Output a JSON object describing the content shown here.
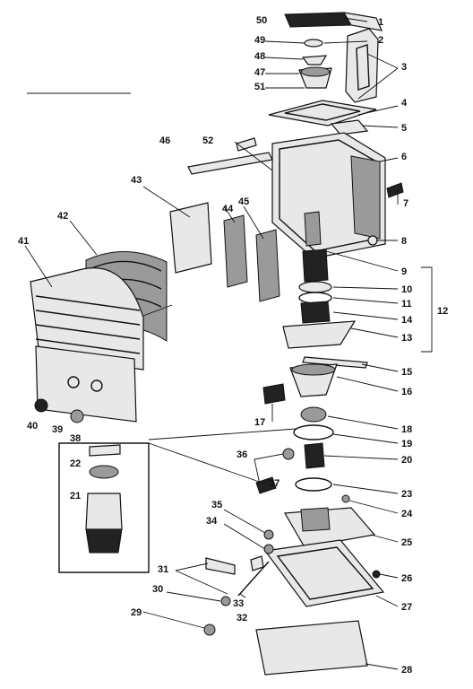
{
  "diagram": {
    "labels": [
      "50",
      "1",
      "49",
      "2",
      "48",
      "3",
      "47",
      "51",
      "4",
      "5",
      "46",
      "52",
      "6",
      "43",
      "7",
      "44",
      "45",
      "42",
      "8",
      "41",
      "9",
      "10",
      "11",
      "12",
      "14",
      "13",
      "15",
      "16",
      "40",
      "39",
      "38",
      "17",
      "18",
      "19",
      "36",
      "20",
      "22",
      "37",
      "21",
      "23",
      "24",
      "35",
      "34",
      "25",
      "26",
      "27",
      "31",
      "30",
      "33",
      "32",
      "29",
      "28"
    ]
  }
}
